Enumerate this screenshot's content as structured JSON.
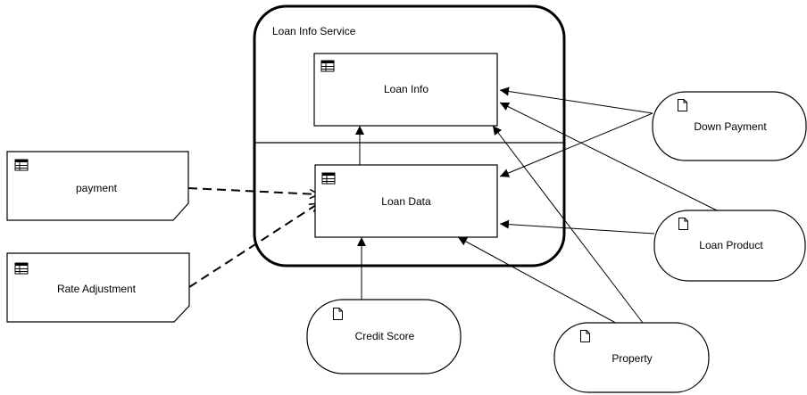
{
  "diagram": {
    "service": {
      "label": "Loan Info Service"
    },
    "nodes": {
      "loan_info": {
        "label": "Loan Info",
        "icon": "table-icon"
      },
      "loan_data": {
        "label": "Loan Data",
        "icon": "table-icon"
      },
      "payment": {
        "label": "payment",
        "icon": "table-icon"
      },
      "rate_adjustment": {
        "label": "Rate Adjustment",
        "icon": "table-icon"
      },
      "credit_score": {
        "label": "Credit Score",
        "icon": "document-icon"
      },
      "property": {
        "label": "Property",
        "icon": "document-icon"
      },
      "down_payment": {
        "label": "Down Payment",
        "icon": "document-icon"
      },
      "loan_product": {
        "label": "Loan Product",
        "icon": "document-icon"
      }
    },
    "edges": [
      {
        "from": "loan_data",
        "to": "loan_info",
        "style": "solid"
      },
      {
        "from": "payment",
        "to": "loan_data",
        "style": "dashed"
      },
      {
        "from": "rate_adjustment",
        "to": "loan_data",
        "style": "dashed"
      },
      {
        "from": "credit_score",
        "to": "loan_data",
        "style": "solid"
      },
      {
        "from": "property",
        "to": "loan_data",
        "style": "solid"
      },
      {
        "from": "property",
        "to": "loan_info",
        "style": "solid"
      },
      {
        "from": "down_payment",
        "to": "loan_info",
        "style": "solid"
      },
      {
        "from": "down_payment",
        "to": "loan_data",
        "style": "solid"
      },
      {
        "from": "loan_product",
        "to": "loan_info",
        "style": "solid"
      },
      {
        "from": "loan_product",
        "to": "loan_data",
        "style": "solid"
      }
    ],
    "colors": {
      "stroke": "#000000",
      "background": "#ffffff"
    }
  }
}
